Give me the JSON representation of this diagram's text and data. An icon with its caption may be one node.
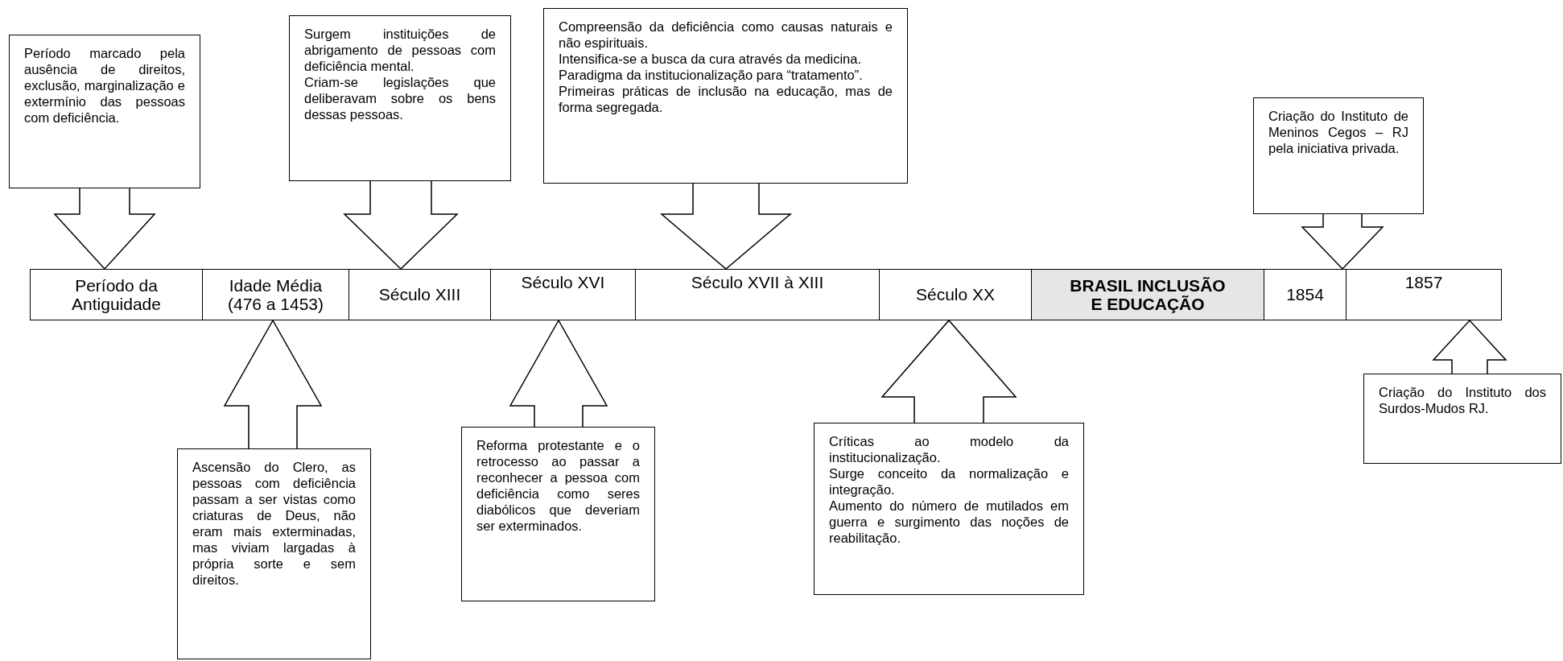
{
  "diagram": {
    "nodes": [
      {
        "text": [
          "Período marcado pela ausência de direitos, exclusão, marginalização e extermínio das pessoas com deficiência."
        ]
      },
      {
        "text": [
          "Surgem instituições de abrigamento de pessoas com deficiência mental.",
          "Criam-se legislações que deliberavam sobre os bens dessas pessoas."
        ]
      },
      {
        "text": [
          "Compreensão da deficiência como causas naturais e não espirituais.",
          "Intensifica-se a busca da cura através da medicina.",
          "Paradigma da institucionalização para “tratamento”.",
          "Primeiras práticas de inclusão na educação, mas de forma segregada."
        ]
      },
      {
        "text": [
          "Criação do Instituto de Meninos Cegos – RJ pela iniciativa privada."
        ]
      },
      {
        "text": [
          "Período da Antiguidade"
        ]
      },
      {
        "text": [
          "Idade Média (476 a 1453)"
        ]
      },
      {
        "text": [
          "Século XIII"
        ]
      },
      {
        "text": [
          "Século XVI"
        ]
      },
      {
        "text": [
          "Século XVII à XIII"
        ]
      },
      {
        "text": [
          "Século XX"
        ]
      },
      {
        "text": [
          "BRASIL INCLUSÃO E EDUCAÇÃO"
        ]
      },
      {
        "text": [
          "1854"
        ]
      },
      {
        "text": [
          "1857"
        ]
      },
      {
        "text": [
          "Ascensão do Clero, as pessoas com deficiência passam a ser vistas como criaturas de Deus, não eram mais exterminadas, mas viviam largadas à própria sorte e sem direitos."
        ]
      },
      {
        "text": [
          "Reforma protestante e o retrocesso ao passar a reconhecer a pessoa com deficiência como seres diabólicos que deveriam ser exterminados."
        ]
      },
      {
        "text": [
          "Críticas ao modelo da institucionalização.",
          "Surge conceito da normalização e integração.",
          "Aumento do número de mutilados em guerra e surgimento das noções de reabilitação."
        ]
      },
      {
        "text": [
          "Criação do Instituto dos Surdos-Mudos RJ."
        ]
      }
    ],
    "edges": [
      {
        "from": 0,
        "to": 4,
        "arrow": "to"
      },
      {
        "from": 1,
        "to": 6,
        "arrow": "to"
      },
      {
        "from": 2,
        "to": 8,
        "arrow": "to"
      },
      {
        "from": 3,
        "to": 11,
        "arrow": "to"
      },
      {
        "from": 13,
        "to": 5,
        "arrow": "to"
      },
      {
        "from": 14,
        "to": 7,
        "arrow": "to"
      },
      {
        "from": 15,
        "to": 9,
        "arrow": "to"
      },
      {
        "from": 16,
        "to": 12,
        "arrow": "to"
      }
    ]
  }
}
